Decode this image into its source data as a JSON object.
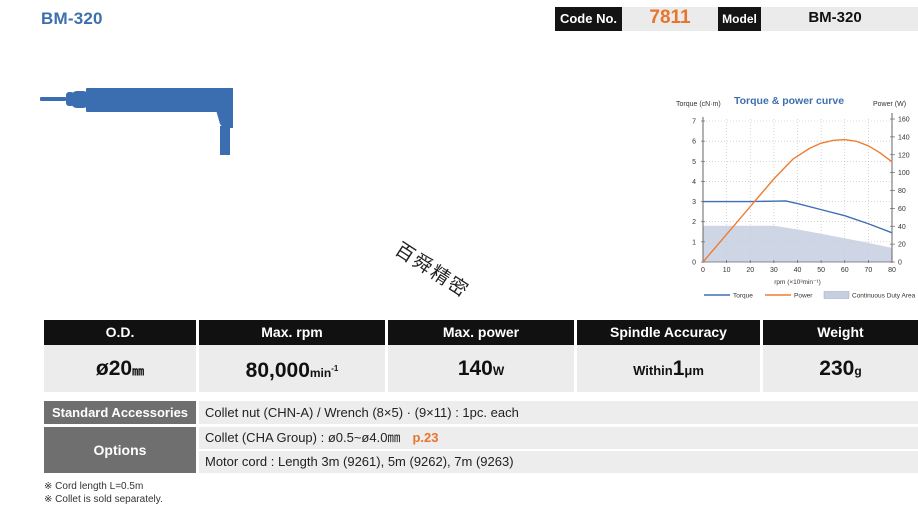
{
  "header": {
    "title": "BM-320",
    "code_label": "Code No.",
    "code_value": "7811",
    "model_label": "Model",
    "model_value": "BM-320"
  },
  "watermark": "百舜精密",
  "product_image": {
    "icon": "angled-spindle-motor-icon",
    "color": "#3a6eb0"
  },
  "chart_data": {
    "type": "line",
    "title": "Torque & power curve",
    "xlabel": "rpm (×10³min⁻¹)",
    "ylabel": "Torque (cN·m)",
    "y2label": "Power (W)",
    "x_ticks": [
      0,
      10,
      20,
      30,
      40,
      50,
      60,
      70,
      80
    ],
    "y_ticks": [
      0,
      1,
      2,
      3,
      4,
      5,
      6,
      7
    ],
    "y2_ticks": [
      0,
      20,
      40,
      60,
      80,
      100,
      120,
      140,
      160
    ],
    "xlim": [
      0,
      80
    ],
    "ylim": [
      0,
      7.2
    ],
    "y2lim": [
      0,
      164
    ],
    "grid": true,
    "legend_position": "bottom",
    "series": [
      {
        "name": "Torque",
        "axis": "left",
        "color": "#3c6fb6",
        "x": [
          0,
          10,
          20,
          30,
          35,
          40,
          50,
          60,
          70,
          80
        ],
        "values": [
          3.0,
          3.0,
          3.0,
          3.02,
          3.03,
          2.9,
          2.6,
          2.3,
          1.9,
          1.45
        ]
      },
      {
        "name": "Power",
        "axis": "right",
        "color": "#ee7d30",
        "x": [
          0,
          10,
          20,
          30,
          38,
          45,
          50,
          55,
          60,
          65,
          70,
          75,
          80
        ],
        "values": [
          0,
          31,
          62,
          93,
          115,
          127,
          133,
          136,
          137,
          135,
          130,
          122,
          112
        ]
      },
      {
        "name": "Continuous Duty Area",
        "axis": "left",
        "type": "area",
        "color": "#c5cfe0",
        "x": [
          0,
          10,
          20,
          30,
          40,
          50,
          60,
          70,
          80
        ],
        "values": [
          1.8,
          1.8,
          1.8,
          1.8,
          1.62,
          1.4,
          1.18,
          0.95,
          0.7
        ]
      }
    ],
    "legend": [
      "Torque",
      "Power",
      "Continuous Duty Area"
    ]
  },
  "specs": {
    "columns": [
      {
        "header": "O.D.",
        "prefix": "ø",
        "value": "20",
        "unit": "㎜"
      },
      {
        "header": "Max. rpm",
        "value": "80,000",
        "unit": "min",
        "unit_sup": "-1"
      },
      {
        "header": "Max. power",
        "value": "140",
        "unit": "W"
      },
      {
        "header": "Spindle Accuracy",
        "prefix_text": "Within",
        "value": "1",
        "unit": "μm"
      },
      {
        "header": "Weight",
        "value": "230",
        "unit": "g"
      }
    ]
  },
  "accessories": {
    "label": "Standard Accessories",
    "text": "Collet nut (CHN-A) / Wrench (8×5) · (9×11) : 1pc. each"
  },
  "options": {
    "label": "Options",
    "collet_text": "Collet (CHA Group) : ø0.5~ø4.0㎜",
    "collet_page_ref": "p.23",
    "motor_cord_text": "Motor cord : Length 3m (9261), 5m (9262), 7m (9263)"
  },
  "notes": [
    "※ Cord length L=0.5m",
    "※ Collet is sold separately."
  ]
}
